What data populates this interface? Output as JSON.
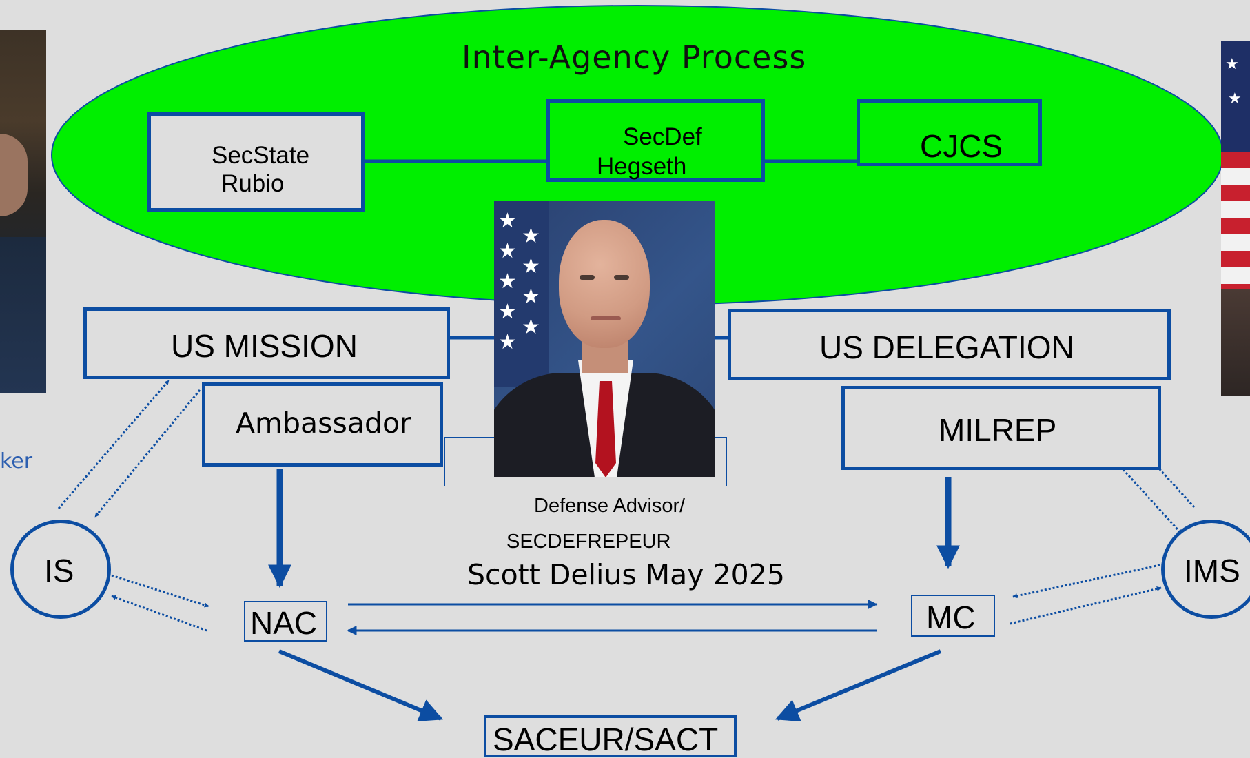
{
  "interagency": {
    "title": "Inter-Agency Process"
  },
  "boxes": {
    "secstate": [
      "SecState",
      "Rubio"
    ],
    "secdef": [
      "SecDef",
      "Hegseth"
    ],
    "cjcs": "CJCS",
    "us_mission": "US MISSION",
    "us_delegation": "US DELEGATION",
    "ambassador": "Ambassador",
    "milrep": "MILREP",
    "nac": "NAC",
    "mc": "MC",
    "saceur": "SACEUR/SACT",
    "is": "IS",
    "ims": "IMS"
  },
  "advisor": {
    "line1": "Defense Advisor/",
    "line2": "SECDEFREPEUR",
    "name": "Scott Delius May 2025"
  },
  "left_fragment": "ker",
  "colors": {
    "line": "#0c4da2",
    "green": "#00ef00",
    "background": "#dedede"
  }
}
